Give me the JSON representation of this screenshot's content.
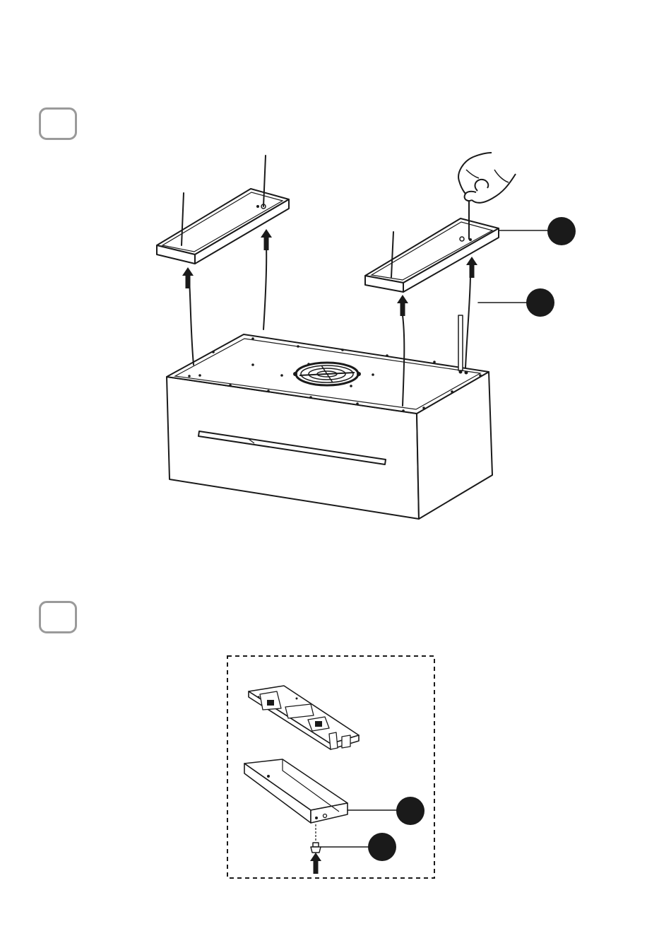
{
  "steps": [
    {
      "id": "step-1",
      "label": ""
    },
    {
      "id": "step-2",
      "label": ""
    }
  ],
  "callouts": [
    {
      "id": "callout-bracket-top",
      "label": ""
    },
    {
      "id": "callout-wire-top",
      "label": ""
    },
    {
      "id": "callout-bracket-bottom",
      "label": ""
    },
    {
      "id": "callout-screw-bottom",
      "label": ""
    }
  ],
  "colors": {
    "line": "#1a1a1a",
    "step_box_border": "#9a9a9a",
    "callout_fill": "#1a1a1a",
    "background": "#ffffff"
  },
  "icons": [
    "up-arrow-icon",
    "hand-icon",
    "fan-grille-icon"
  ]
}
